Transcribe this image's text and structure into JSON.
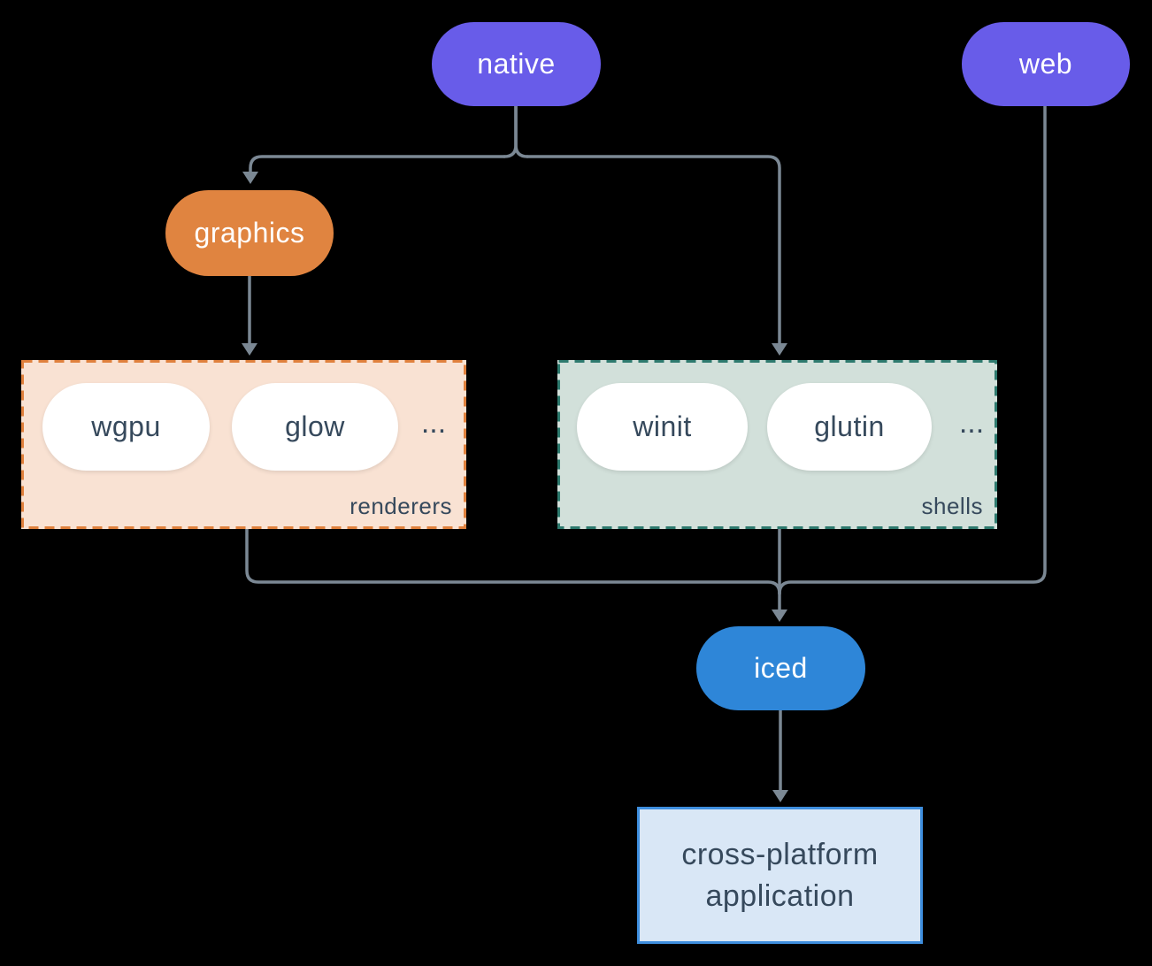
{
  "colors": {
    "background": "#000000",
    "edge": "#7B8894",
    "purple": "#685CE9",
    "orange": "#E08440",
    "blue": "#2E86D8",
    "peach_bg": "#F9E2D3",
    "peach_border": "#E0813D",
    "sage_bg": "#D2E0DA",
    "sage_border": "#2E7A6E",
    "app_bg": "#D9E7F6",
    "app_border": "#3E8EDE",
    "pill_bg": "#FFFFFF",
    "dark_text": "#36495C",
    "light_text": "#FFFFFF"
  },
  "nodes": {
    "native": {
      "label": "native"
    },
    "web": {
      "label": "web"
    },
    "graphics": {
      "label": "graphics"
    },
    "iced": {
      "label": "iced"
    },
    "renderers": {
      "label": "renderers",
      "ellipsis": "...",
      "items": [
        {
          "label": "wgpu"
        },
        {
          "label": "glow"
        }
      ]
    },
    "shells": {
      "label": "shells",
      "ellipsis": "...",
      "items": [
        {
          "label": "winit"
        },
        {
          "label": "glutin"
        }
      ]
    },
    "application": {
      "line1": "cross-platform",
      "line2": "application"
    }
  }
}
